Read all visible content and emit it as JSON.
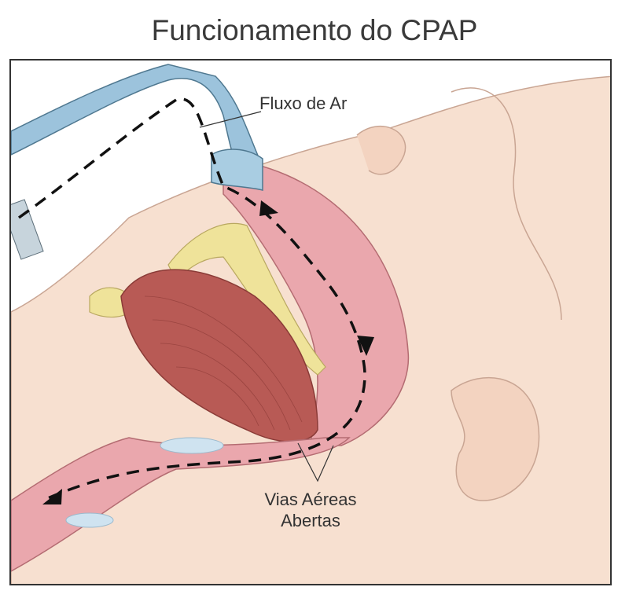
{
  "title": "Funcionamento do CPAP",
  "labels": {
    "airflow": "Fluxo de Ar",
    "airway_line1": "Vias Aéreas",
    "airway_line2": "Abertas"
  },
  "colors": {
    "skin": "#f5dccb",
    "tissue": "#e7a3a8",
    "muscle": "#b85a55",
    "bone": "#efe39a",
    "tube": "#9cc3dc"
  }
}
